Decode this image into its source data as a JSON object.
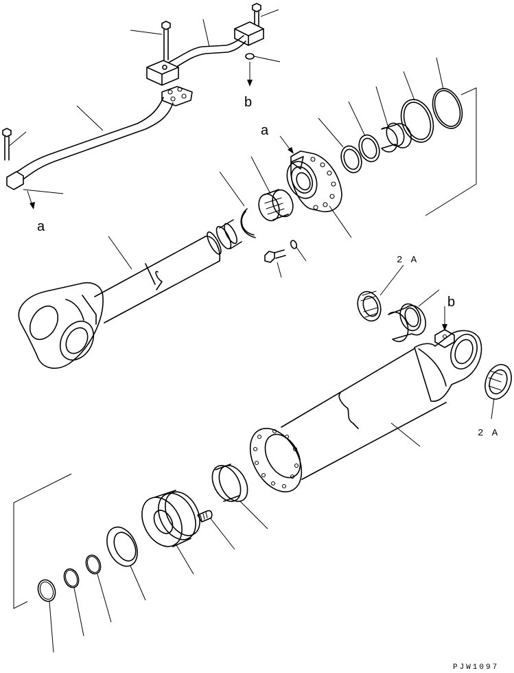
{
  "labels": {
    "ref_a": "a",
    "ref_b": "b",
    "part_2a": "2 A",
    "drawing_code": "PJW1097"
  }
}
